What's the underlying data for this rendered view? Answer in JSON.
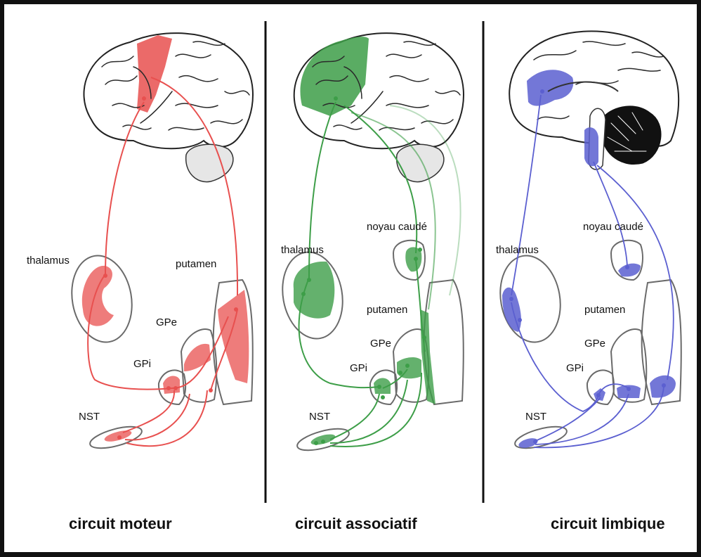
{
  "colors": {
    "motor": "#e8504f",
    "associative": "#3d9e48",
    "limbic": "#5b5fd0",
    "frame": "#111111"
  },
  "panels": [
    {
      "id": "motor",
      "caption": "circuit moteur",
      "labels": {
        "thalamus": "thalamus",
        "putamen": "putamen",
        "gpe": "GPe",
        "gpi": "GPi",
        "nst": "NST"
      }
    },
    {
      "id": "associative",
      "caption": "circuit associatif",
      "labels": {
        "noyau_caude": "noyau caudé",
        "thalamus": "thalamus",
        "putamen": "putamen",
        "gpe": "GPe",
        "gpi": "GPi",
        "nst": "NST"
      }
    },
    {
      "id": "limbic",
      "caption": "circuit limbique",
      "labels": {
        "noyau_caude": "noyau caudé",
        "thalamus": "thalamus",
        "putamen": "putamen",
        "gpe": "GPe",
        "gpi": "GPi",
        "nst": "NST"
      }
    }
  ]
}
